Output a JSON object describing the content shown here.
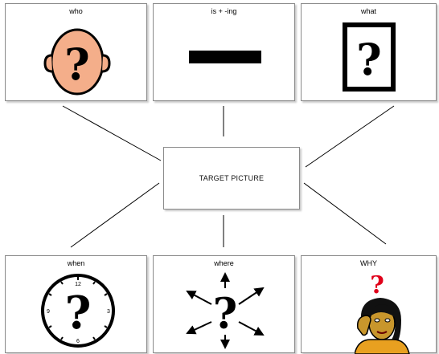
{
  "cards": {
    "who": {
      "label": "who",
      "icon": "head-question-icon"
    },
    "is_ing": {
      "label": "is + -ing",
      "icon": "bar-icon"
    },
    "what": {
      "label": "what",
      "icon": "boxed-question-icon"
    },
    "when": {
      "label": "when",
      "icon": "clock-question-icon"
    },
    "where": {
      "label": "where",
      "icon": "arrows-question-icon"
    },
    "why": {
      "label": "WHY",
      "icon": "thinking-woman-icon"
    }
  },
  "center": {
    "label": "TARGET PICTURE"
  },
  "clock_numbers": {
    "n12": "12",
    "n3": "3",
    "n6": "6",
    "n9": "9"
  },
  "glyph": "?",
  "colors": {
    "face_skin": "#f4ae8a",
    "why_question": "#e0001a",
    "woman_skin": "#c8962c"
  }
}
